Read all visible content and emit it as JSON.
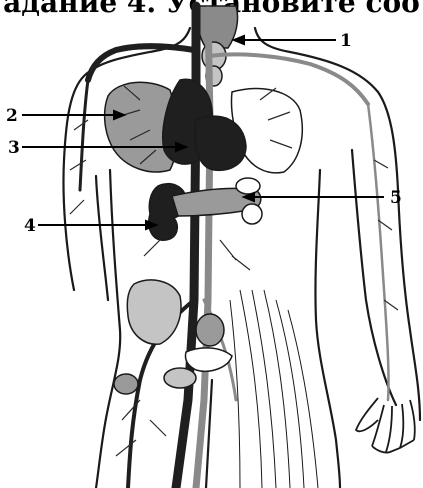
{
  "header": {
    "title_fragment": "адание 4. Установите соо"
  },
  "diagram": {
    "callouts": [
      {
        "id": "1",
        "label": "1"
      },
      {
        "id": "2",
        "label": "2"
      },
      {
        "id": "3",
        "label": "3"
      },
      {
        "id": "4",
        "label": "4"
      },
      {
        "id": "5",
        "label": "5"
      }
    ],
    "colors": {
      "outline": "#1a1a1a",
      "dark_organ": "#1f1f1f",
      "mid_organ": "#8a8a8a",
      "light_organ": "#c4c4c4",
      "background": "#ffffff"
    }
  }
}
